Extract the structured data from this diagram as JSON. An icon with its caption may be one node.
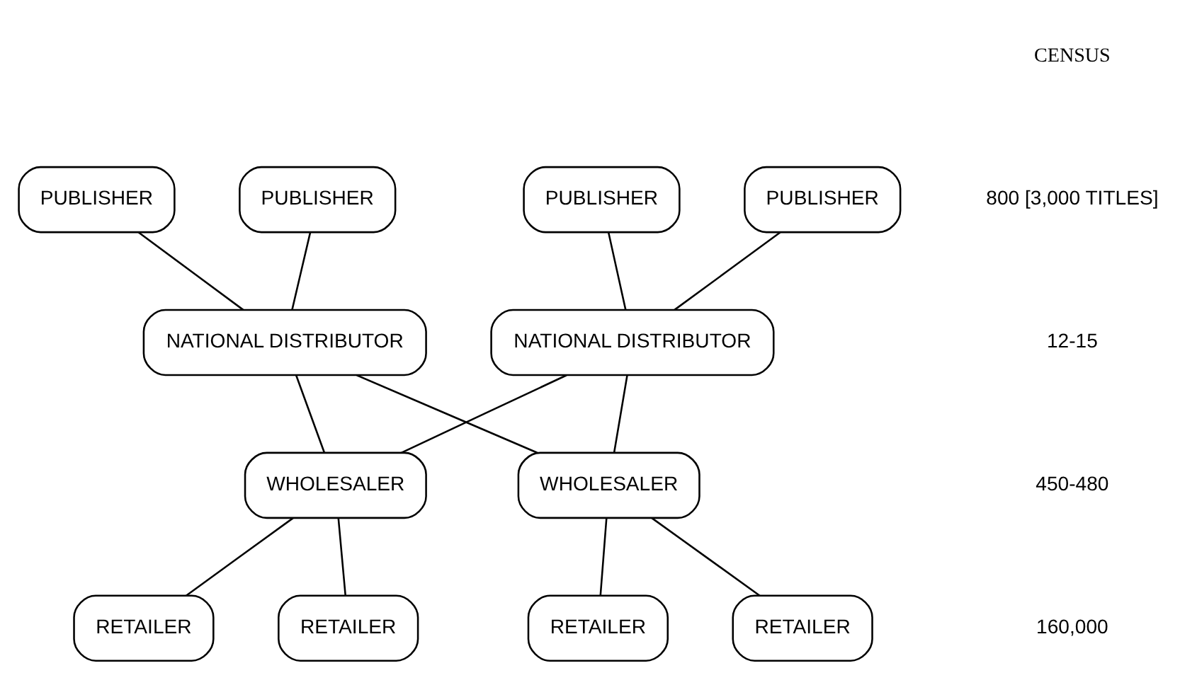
{
  "diagram": {
    "nodes": [
      {
        "text": [
          "PUBLISHER"
        ]
      },
      {
        "text": [
          "PUBLISHER"
        ]
      },
      {
        "text": [
          "PUBLISHER"
        ]
      },
      {
        "text": [
          "PUBLISHER"
        ]
      },
      {
        "text": [
          "NATIONAL DISTRIBUTOR"
        ]
      },
      {
        "text": [
          "NATIONAL DISTRIBUTOR"
        ]
      },
      {
        "text": [
          "WHOLESALER"
        ]
      },
      {
        "text": [
          "WHOLESALER"
        ]
      },
      {
        "text": [
          "RETAILER"
        ]
      },
      {
        "text": [
          "RETAILER"
        ]
      },
      {
        "text": [
          "RETAILER"
        ]
      },
      {
        "text": [
          "RETAILER"
        ]
      }
    ],
    "edges": [
      {
        "from": 0,
        "to": 4,
        "arrow": "none"
      },
      {
        "from": 1,
        "to": 4,
        "arrow": "none"
      },
      {
        "from": 2,
        "to": 5,
        "arrow": "none"
      },
      {
        "from": 3,
        "to": 5,
        "arrow": "none"
      },
      {
        "from": 4,
        "to": 6,
        "arrow": "none"
      },
      {
        "from": 4,
        "to": 7,
        "arrow": "none"
      },
      {
        "from": 5,
        "to": 6,
        "arrow": "none"
      },
      {
        "from": 5,
        "to": 7,
        "arrow": "none"
      },
      {
        "from": 6,
        "to": 8,
        "arrow": "none"
      },
      {
        "from": 6,
        "to": 9,
        "arrow": "none"
      },
      {
        "from": 7,
        "to": 10,
        "arrow": "none"
      },
      {
        "from": 7,
        "to": 11,
        "arrow": "none"
      }
    ],
    "labels": [
      "CENSUS",
      "800 [3,000 TITLES]",
      "12-15",
      "450-480",
      "160,000"
    ]
  }
}
